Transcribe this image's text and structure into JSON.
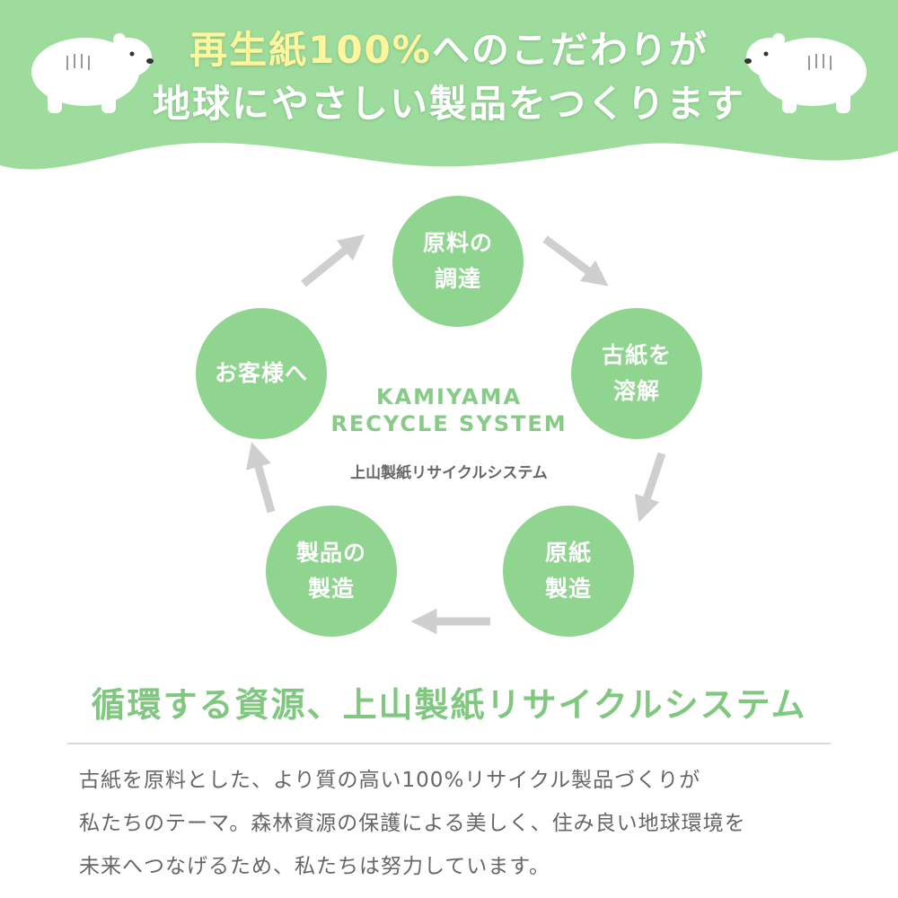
{
  "header": {
    "line1_accent": "再生紙100%",
    "line1_rest": "へのこだわりが",
    "line2": "地球にやさしい製品をつくります",
    "bg_color": "#9ddc9d"
  },
  "diagram": {
    "nodes": [
      {
        "id": "procurement",
        "lines": [
          "原料の",
          "調達"
        ]
      },
      {
        "id": "dissolve",
        "lines": [
          "古紙を",
          "溶解"
        ]
      },
      {
        "id": "base-paper",
        "lines": [
          "原紙",
          "製造"
        ]
      },
      {
        "id": "product",
        "lines": [
          "製品の",
          "製造"
        ]
      },
      {
        "id": "customer",
        "lines": [
          "お客様へ"
        ]
      }
    ],
    "center_en_1": "KAMIYAMA",
    "center_en_2": "RECYCLE SYSTEM",
    "center_ja": "上山製紙リサイクルシステム",
    "node_color": "#8fd48f",
    "arrow_color": "#cfcfcf"
  },
  "section": {
    "heading": "循環する資源、上山製紙リサイクルシステム",
    "body": [
      "古紙を原料とした、より質の高い100%リサイクル製品づくりが",
      "私たちのテーマ。森林資源の保護による美しく、住み良い地球環境を",
      "未来へつなげるため、私たちは努力しています。"
    ]
  }
}
